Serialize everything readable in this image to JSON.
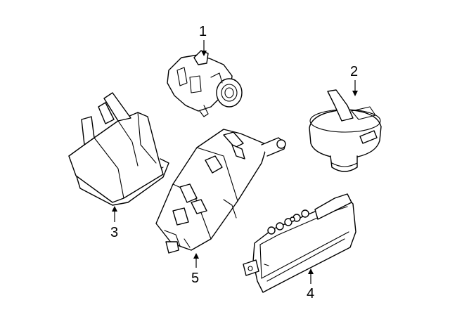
{
  "diagram": {
    "callouts": [
      {
        "id": "1",
        "label": "1"
      },
      {
        "id": "2",
        "label": "2"
      },
      {
        "id": "3",
        "label": "3"
      },
      {
        "id": "4",
        "label": "4"
      },
      {
        "id": "5",
        "label": "5"
      }
    ]
  }
}
